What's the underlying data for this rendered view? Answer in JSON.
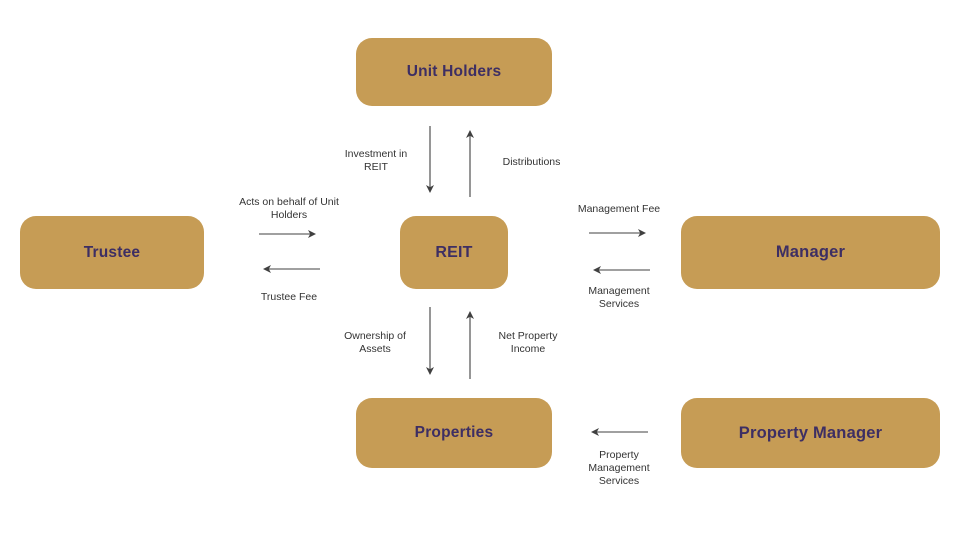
{
  "colors": {
    "box_fill": "#C69C55",
    "box_text": "#3D2E63",
    "arrow": "#404040",
    "label_text": "#333333",
    "background": "#FFFFFF"
  },
  "nodes": {
    "unit_holders": "Unit Holders",
    "trustee": "Trustee",
    "reit": "REIT",
    "manager": "Manager",
    "properties": "Properties",
    "property_manager": "Property Manager"
  },
  "arrows": {
    "investment_in_reit": {
      "from": "unit_holders",
      "to": "reit",
      "direction": "down",
      "label": "Investment in\nREIT"
    },
    "distributions": {
      "from": "reit",
      "to": "unit_holders",
      "direction": "up",
      "label": "Distributions"
    },
    "acts_on_behalf": {
      "from": "trustee",
      "to": "reit",
      "direction": "right",
      "label": "Acts on behalf of Unit\nHolders"
    },
    "trustee_fee": {
      "from": "reit",
      "to": "trustee",
      "direction": "left",
      "label": "Trustee Fee"
    },
    "management_fee": {
      "from": "reit",
      "to": "manager",
      "direction": "right",
      "label": "Management Fee"
    },
    "management_services": {
      "from": "manager",
      "to": "reit",
      "direction": "left",
      "label": "Management\nServices"
    },
    "ownership_of_assets": {
      "from": "reit",
      "to": "properties",
      "direction": "down",
      "label": "Ownership of\nAssets"
    },
    "net_property_income": {
      "from": "properties",
      "to": "reit",
      "direction": "up",
      "label": "Net Property\nIncome"
    },
    "property_management_services": {
      "from": "property_manager",
      "to": "properties",
      "direction": "left",
      "label": "Property\nManagement\nServices"
    }
  }
}
